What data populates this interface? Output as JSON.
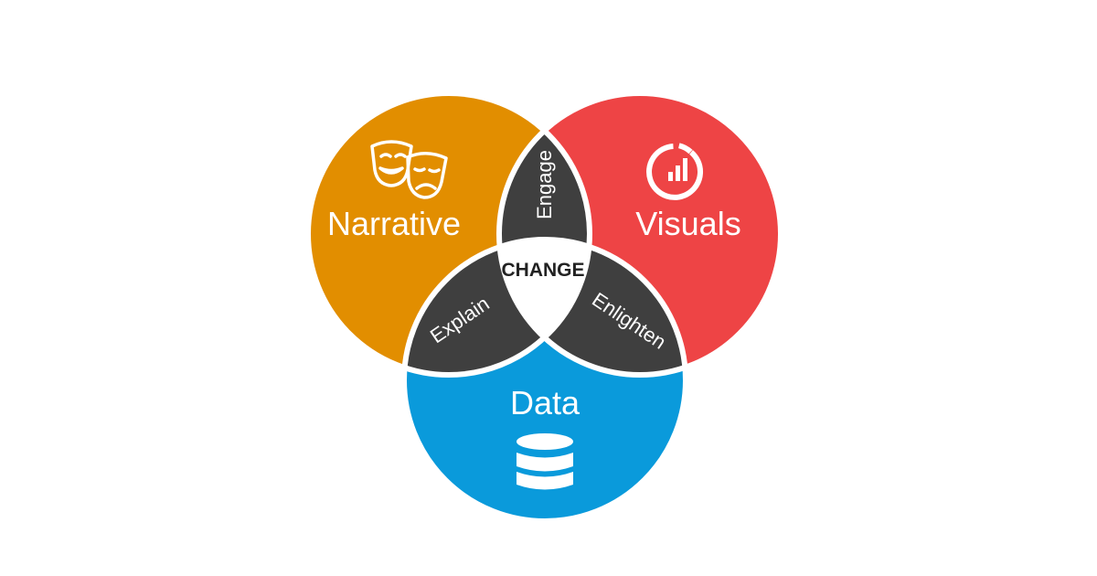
{
  "diagram": {
    "type": "venn-3",
    "sets": [
      {
        "id": "narrative",
        "label": "Narrative",
        "color": "#E28E00",
        "icon": "theater-masks-icon"
      },
      {
        "id": "visuals",
        "label": "Visuals",
        "color": "#EE4445",
        "icon": "chart-dashboard-icon"
      },
      {
        "id": "data",
        "label": "Data",
        "color": "#0A9ADB",
        "icon": "database-icon"
      }
    ],
    "intersections": [
      {
        "sets": [
          "narrative",
          "visuals"
        ],
        "label": "Engage",
        "color": "#3F3F3F"
      },
      {
        "sets": [
          "narrative",
          "data"
        ],
        "label": "Explain",
        "color": "#3F3F3F"
      },
      {
        "sets": [
          "visuals",
          "data"
        ],
        "label": "Enlighten",
        "color": "#3F3F3F"
      },
      {
        "sets": [
          "narrative",
          "visuals",
          "data"
        ],
        "label": "CHANGE",
        "color": "#FFFFFF"
      }
    ],
    "border_color": "#FFFFFF"
  }
}
